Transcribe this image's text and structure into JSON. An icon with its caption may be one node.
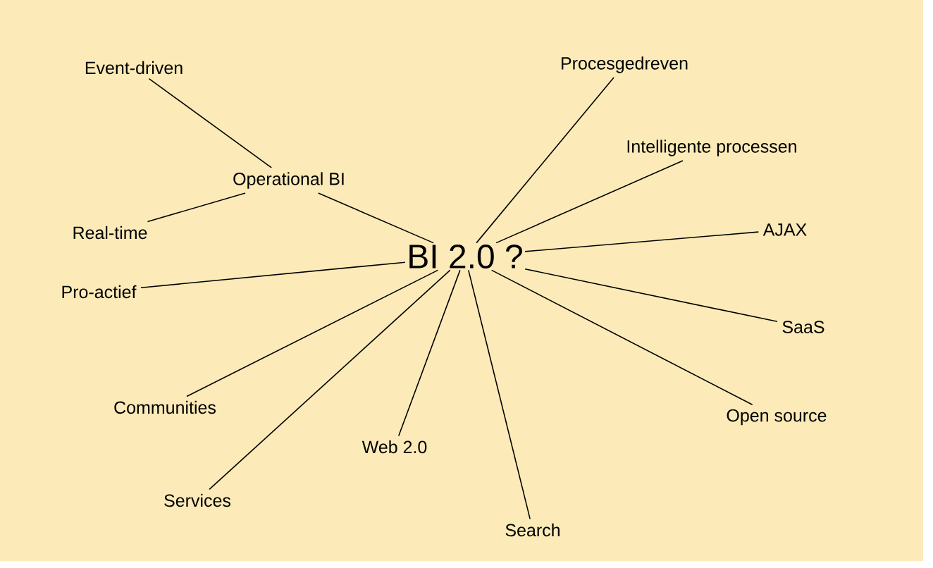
{
  "diagram": {
    "nodes": [
      {
        "text": [
          "BI 2.0 ?"
        ]
      },
      {
        "text": [
          "Operational BI"
        ]
      },
      {
        "text": [
          "Event-driven"
        ]
      },
      {
        "text": [
          "Real-time"
        ]
      },
      {
        "text": [
          "Procesgedreven"
        ]
      },
      {
        "text": [
          "Intelligente processen"
        ]
      },
      {
        "text": [
          "AJAX"
        ]
      },
      {
        "text": [
          "SaaS"
        ]
      },
      {
        "text": [
          "Open source"
        ]
      },
      {
        "text": [
          "Search"
        ]
      },
      {
        "text": [
          "Web 2.0"
        ]
      },
      {
        "text": [
          "Services"
        ]
      },
      {
        "text": [
          "Communities"
        ]
      },
      {
        "text": [
          "Pro-actief"
        ]
      }
    ],
    "edges": [
      {
        "from": 2,
        "to": 1,
        "arrow": "none"
      },
      {
        "from": 3,
        "to": 1,
        "arrow": "none"
      },
      {
        "from": 1,
        "to": 0,
        "arrow": "none"
      },
      {
        "from": 0,
        "to": 4,
        "arrow": "none"
      },
      {
        "from": 0,
        "to": 5,
        "arrow": "none"
      },
      {
        "from": 0,
        "to": 6,
        "arrow": "none"
      },
      {
        "from": 0,
        "to": 7,
        "arrow": "none"
      },
      {
        "from": 0,
        "to": 8,
        "arrow": "none"
      },
      {
        "from": 0,
        "to": 9,
        "arrow": "none"
      },
      {
        "from": 0,
        "to": 10,
        "arrow": "none"
      },
      {
        "from": 0,
        "to": 11,
        "arrow": "none"
      },
      {
        "from": 0,
        "to": 12,
        "arrow": "none"
      },
      {
        "from": 0,
        "to": 13,
        "arrow": "none"
      }
    ]
  }
}
